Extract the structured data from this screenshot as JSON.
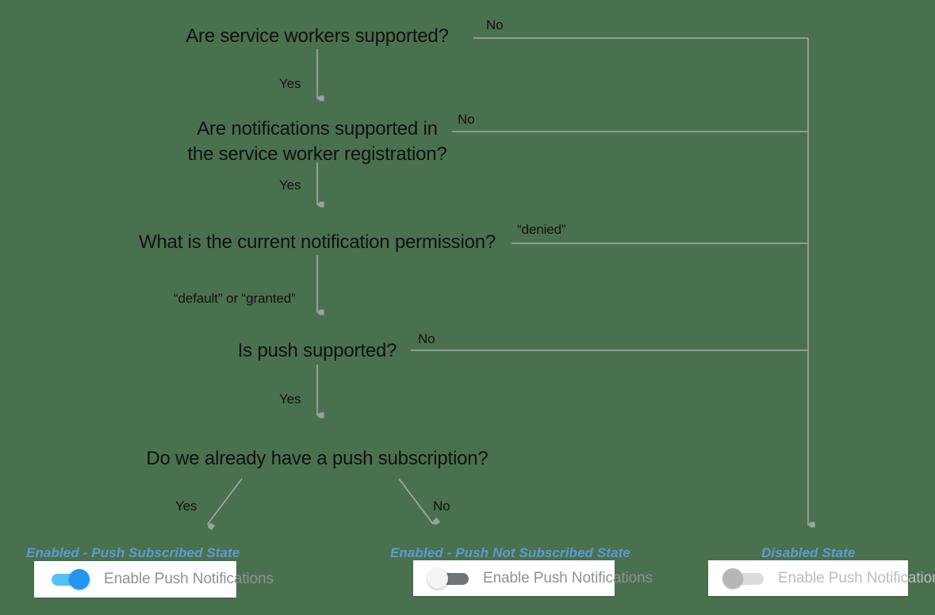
{
  "diagram": {
    "background_color": "#4a714e",
    "wire_color": "#a8a8a8",
    "accent_color": "#5b9bd5",
    "toggle_on_track_color": "#4fc3f7",
    "toggle_on_knob_color": "#2196f3",
    "toggle_off_track_color": "#6f7577",
    "toggle_disabled_track_color": "#dcdcdc"
  },
  "nodes": [
    {
      "id": "service-workers",
      "text": "Are service workers supported?"
    },
    {
      "id": "notifications-sw",
      "line1": "Are notifications supported in",
      "line2": "the service worker registration?"
    },
    {
      "id": "permission",
      "text": "What is the current notification permission?"
    },
    {
      "id": "push-supported",
      "text": "Is push supported?"
    },
    {
      "id": "push-subscription",
      "text": "Do we already have a push subscription?"
    }
  ],
  "edges": [
    {
      "id": "sw-yes",
      "label": "Yes"
    },
    {
      "id": "sw-no",
      "label": "No"
    },
    {
      "id": "notif-yes",
      "label": "Yes"
    },
    {
      "id": "notif-no",
      "label": "No"
    },
    {
      "id": "perm-allowed",
      "label": "“default” or “granted”"
    },
    {
      "id": "perm-denied",
      "label": "“denied”"
    },
    {
      "id": "push-yes",
      "label": "Yes"
    },
    {
      "id": "push-no",
      "label": "No"
    },
    {
      "id": "subscription-yes",
      "label": "Yes"
    },
    {
      "id": "subscription-no",
      "label": "No"
    }
  ],
  "outcomes": [
    {
      "id": "enabled-subscribed",
      "state_label": "Enabled - Push Subscribed State",
      "toggle_state": "on",
      "toggle_label": "Enable Push Notifications"
    },
    {
      "id": "enabled-not-subscribed",
      "state_label": "Enabled - Push Not Subscribed State",
      "toggle_state": "off",
      "toggle_label": "Enable Push Notifications"
    },
    {
      "id": "disabled",
      "state_label": "Disabled State",
      "toggle_state": "disabled",
      "toggle_label": "Enable Push Notifications"
    }
  ]
}
